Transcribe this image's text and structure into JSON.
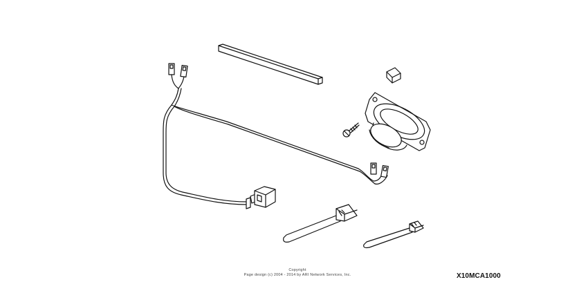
{
  "footer": {
    "copyright_title": "Copyright",
    "copyright_line": "Page design (c) 2004 - 2014 by ARI Network Services, Inc.",
    "part_code": "X10MCA1000"
  }
}
